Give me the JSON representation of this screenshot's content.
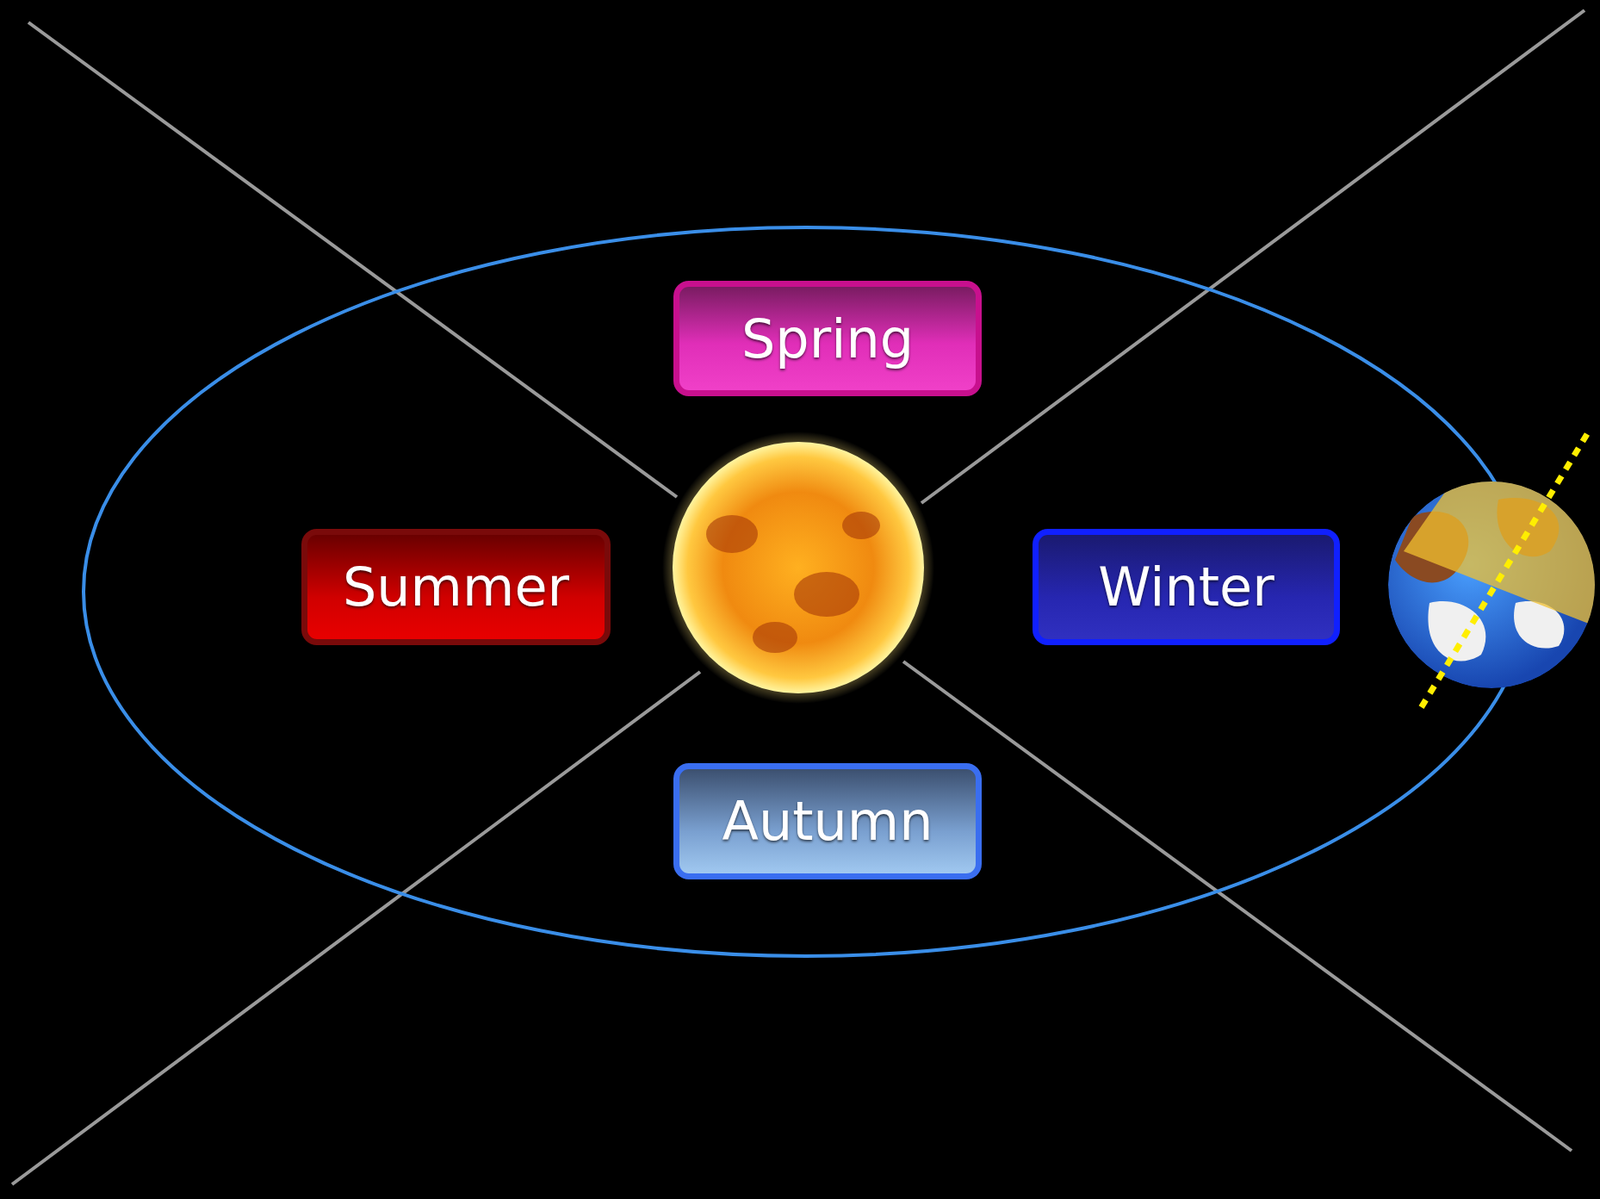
{
  "diagram": {
    "nodes": [
      {
        "text": [
          "Spring"
        ]
      },
      {
        "text": [
          "Summer"
        ]
      },
      {
        "text": [
          "Winter"
        ]
      },
      {
        "text": [
          "Autumn"
        ]
      }
    ]
  }
}
